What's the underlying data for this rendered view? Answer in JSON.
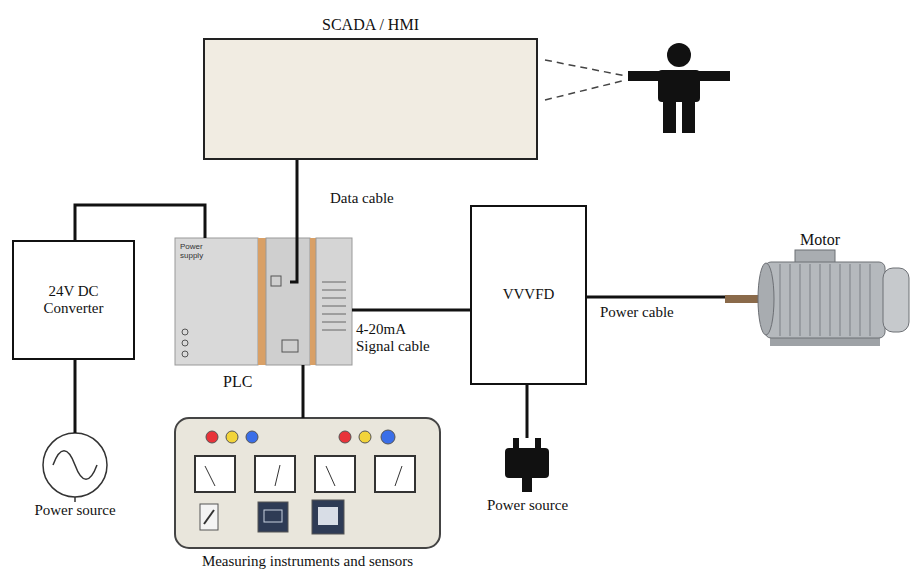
{
  "diagram": {
    "nodes": [
      {
        "text": [
          "SCADA / HMI"
        ]
      },
      {
        "text": [
          "24V DC Converter"
        ]
      },
      {
        "text": [
          "PLC"
        ]
      },
      {
        "text": [
          "VVVFD"
        ]
      },
      {
        "text": [
          "Motor"
        ]
      },
      {
        "text": [
          "Power source"
        ]
      },
      {
        "text": [
          "Measuring instruments and sensors"
        ]
      },
      {
        "text": [
          "Power source"
        ]
      }
    ],
    "edges": [
      {
        "from": 0,
        "to": 2,
        "arrow": "none",
        "label": "Data cable"
      },
      {
        "from": 1,
        "to": 2,
        "arrow": "none"
      },
      {
        "from": 2,
        "to": 3,
        "arrow": "none",
        "label": "4-20mA Signal cable"
      },
      {
        "from": 3,
        "to": 4,
        "arrow": "none",
        "label": "Power cable"
      },
      {
        "from": 5,
        "to": 1,
        "arrow": "none"
      },
      {
        "from": 2,
        "to": 6,
        "arrow": "none"
      },
      {
        "from": 3,
        "to": 7,
        "arrow": "none"
      }
    ],
    "labels": [
      "Power supply"
    ]
  }
}
